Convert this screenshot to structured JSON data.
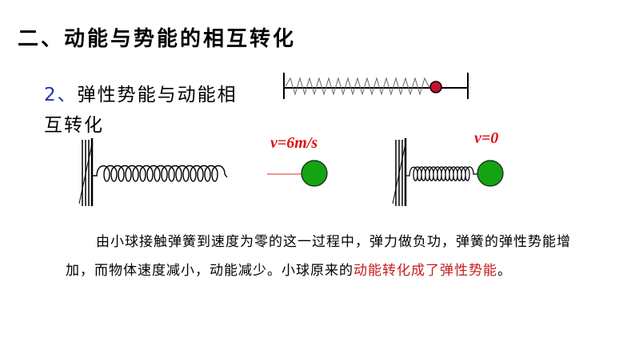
{
  "slide": {
    "title": "二、动能与势能的相互转化",
    "subtitle_number": "2、",
    "subtitle_text": "弹性势能与动能相互转化"
  },
  "figures": {
    "velocity_left": "v=6m/s",
    "velocity_right": "v=0"
  },
  "paragraph": {
    "part1": "由小球接触弹簧到速度为零的这一过程中，弹力做负功，弹簧的弹性势能增加，而物体速度减小，动能减少。小球原来的",
    "highlight": "动能转化成了弹性势能",
    "end": "。"
  },
  "colors": {
    "ball_green": "#13a313",
    "ball_red": "#c8102e",
    "highlight_red": "#c81a1a",
    "number_blue": "#1f2fbf"
  }
}
